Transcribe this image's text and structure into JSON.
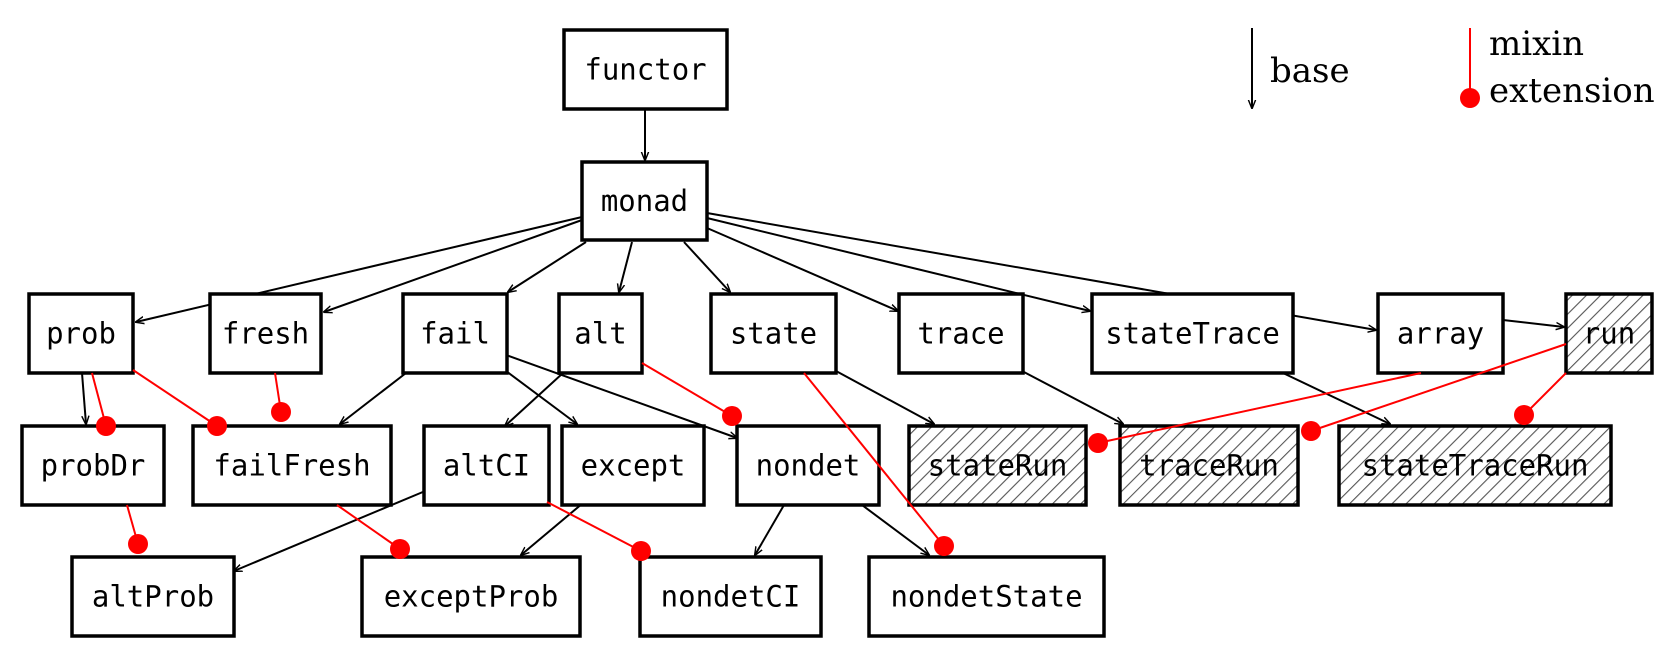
{
  "colors": {
    "base": "#000000",
    "mixin": "#ff0000",
    "hatch": "#555555"
  },
  "legend": {
    "base_label": "base",
    "mixin_label": "mixin",
    "extension_label": "extension"
  },
  "nodes": [
    {
      "id": "functor",
      "label": "functor",
      "hatched": false
    },
    {
      "id": "monad",
      "label": "monad",
      "hatched": false
    },
    {
      "id": "prob",
      "label": "prob",
      "hatched": false
    },
    {
      "id": "fresh",
      "label": "fresh",
      "hatched": false
    },
    {
      "id": "fail",
      "label": "fail",
      "hatched": false
    },
    {
      "id": "alt",
      "label": "alt",
      "hatched": false
    },
    {
      "id": "state",
      "label": "state",
      "hatched": false
    },
    {
      "id": "trace",
      "label": "trace",
      "hatched": false
    },
    {
      "id": "stateTrace",
      "label": "stateTrace",
      "hatched": false
    },
    {
      "id": "array",
      "label": "array",
      "hatched": false
    },
    {
      "id": "run",
      "label": "run",
      "hatched": true
    },
    {
      "id": "probDr",
      "label": "probDr",
      "hatched": false
    },
    {
      "id": "failFresh",
      "label": "failFresh",
      "hatched": false
    },
    {
      "id": "altCI",
      "label": "altCI",
      "hatched": false
    },
    {
      "id": "except",
      "label": "except",
      "hatched": false
    },
    {
      "id": "nondet",
      "label": "nondet",
      "hatched": false
    },
    {
      "id": "stateRun",
      "label": "stateRun",
      "hatched": true
    },
    {
      "id": "traceRun",
      "label": "traceRun",
      "hatched": true
    },
    {
      "id": "stateTraceRun",
      "label": "stateTraceRun",
      "hatched": true
    },
    {
      "id": "altProb",
      "label": "altProb",
      "hatched": false
    },
    {
      "id": "exceptProb",
      "label": "exceptProb",
      "hatched": false
    },
    {
      "id": "nondetCI",
      "label": "nondetCI",
      "hatched": false
    },
    {
      "id": "nondetState",
      "label": "nondetState",
      "hatched": false
    }
  ],
  "base_edges": [
    {
      "from": "functor",
      "to": "monad"
    },
    {
      "from": "monad",
      "to": "prob"
    },
    {
      "from": "monad",
      "to": "fresh"
    },
    {
      "from": "monad",
      "to": "fail"
    },
    {
      "from": "monad",
      "to": "alt"
    },
    {
      "from": "monad",
      "to": "state"
    },
    {
      "from": "monad",
      "to": "trace"
    },
    {
      "from": "monad",
      "to": "stateTrace"
    },
    {
      "from": "monad",
      "to": "array"
    },
    {
      "from": "array",
      "to": "run"
    },
    {
      "from": "prob",
      "to": "probDr"
    },
    {
      "from": "fail",
      "to": "failFresh"
    },
    {
      "from": "fail",
      "to": "except"
    },
    {
      "from": "fail",
      "to": "nondet"
    },
    {
      "from": "alt",
      "to": "altCI"
    },
    {
      "from": "state",
      "to": "stateRun"
    },
    {
      "from": "trace",
      "to": "traceRun"
    },
    {
      "from": "stateTrace",
      "to": "stateTraceRun"
    },
    {
      "from": "altCI",
      "to": "altProb"
    },
    {
      "from": "except",
      "to": "exceptProb"
    },
    {
      "from": "nondet",
      "to": "nondetCI"
    },
    {
      "from": "nondet",
      "to": "nondetState"
    }
  ],
  "mixin_edges": [
    {
      "from": "prob",
      "to": "failFresh"
    },
    {
      "from": "prob",
      "to": "probDr"
    },
    {
      "from": "fresh",
      "to": "failFresh"
    },
    {
      "from": "alt",
      "to": "nondet"
    },
    {
      "from": "probDr",
      "to": "altProb"
    },
    {
      "from": "failFresh",
      "to": "exceptProb"
    },
    {
      "from": "altCI",
      "to": "nondetCI"
    },
    {
      "from": "state",
      "to": "nondetState"
    },
    {
      "from": "array",
      "to": "stateRun"
    },
    {
      "from": "run",
      "to": "traceRun"
    },
    {
      "from": "run",
      "to": "stateTraceRun"
    }
  ]
}
